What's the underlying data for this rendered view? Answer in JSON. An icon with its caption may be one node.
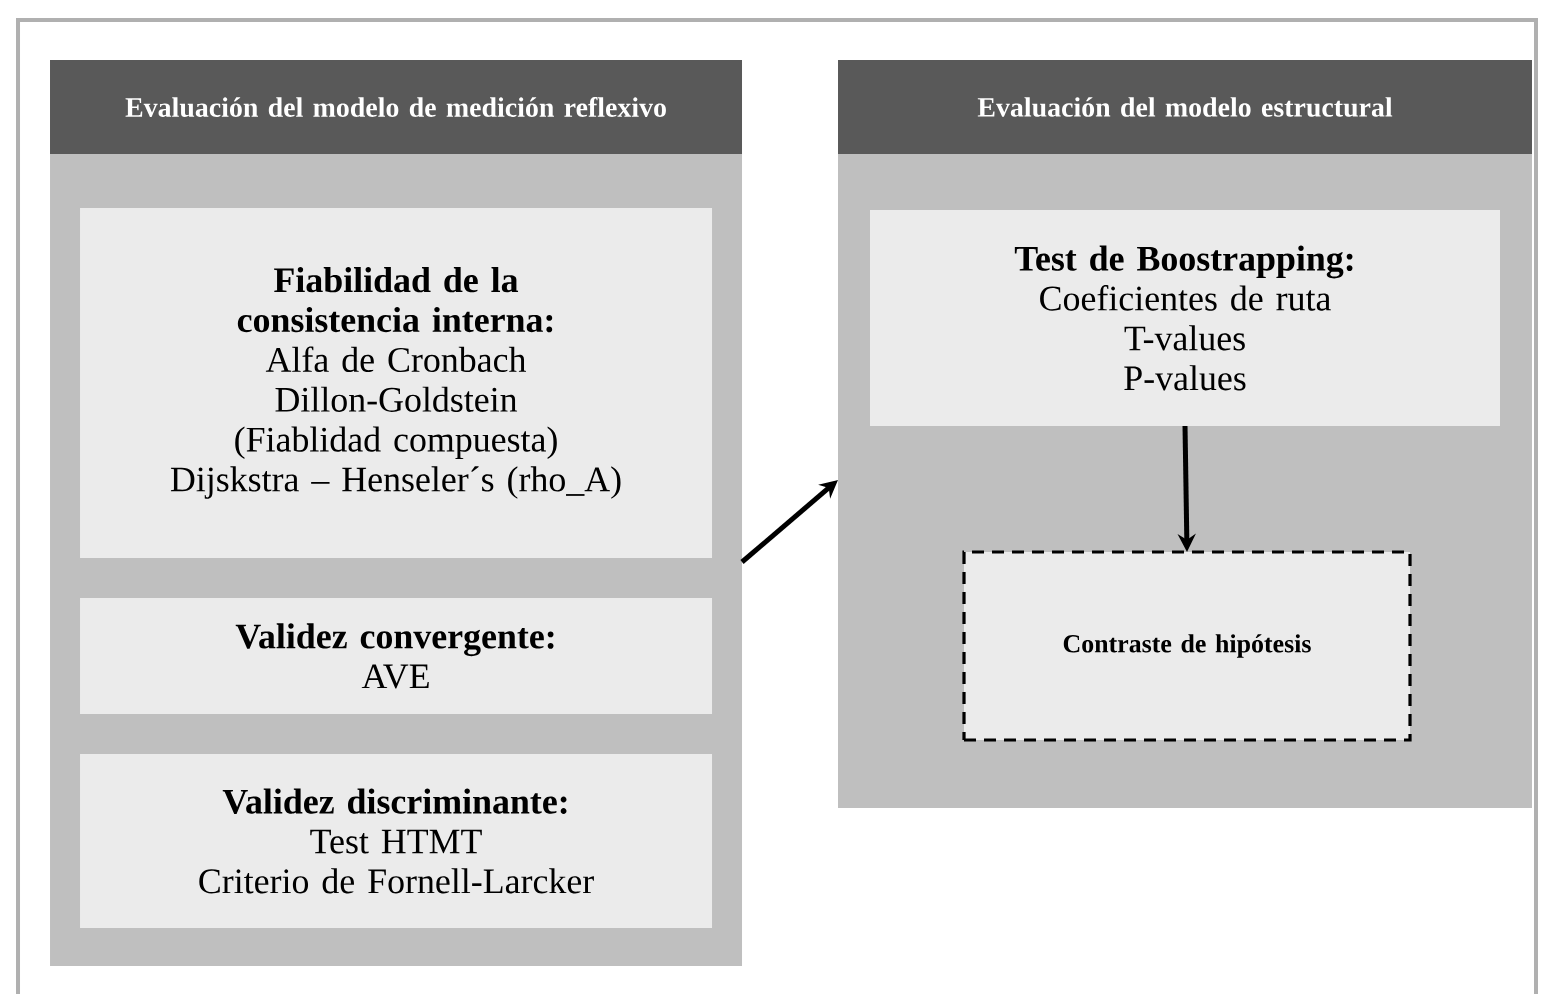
{
  "diagram": {
    "nodes": [
      {
        "text": [
          "Evaluación del modelo de medición reflexivo"
        ]
      },
      {
        "text": [
          "Fiabilidad de la consistencia interna:",
          "Alfa de Cronbach",
          "Dillon-Goldstein (Fiablidad compuesta)",
          "Dijskstra – Henseler´s (rho_A)"
        ],
        "in": 0
      },
      {
        "text": [
          "Validez convergente:",
          "AVE"
        ],
        "in": 0
      },
      {
        "text": [
          "Validez discriminante:",
          "Test HTMT",
          "Criterio de Fornell-Larcker"
        ],
        "in": 0
      },
      {
        "text": [
          "Evaluación del modelo estructural"
        ]
      },
      {
        "text": [
          "Test de Boostrapping:",
          "Coeficientes de ruta",
          "T-values",
          "P-values"
        ],
        "in": 4
      },
      {
        "text": [
          "Contraste de hipótesis"
        ],
        "in": 4
      }
    ],
    "edges": [
      {
        "from": 0,
        "to": 4,
        "arrow": "to"
      },
      {
        "from": 5,
        "to": 6,
        "arrow": "to"
      }
    ]
  }
}
